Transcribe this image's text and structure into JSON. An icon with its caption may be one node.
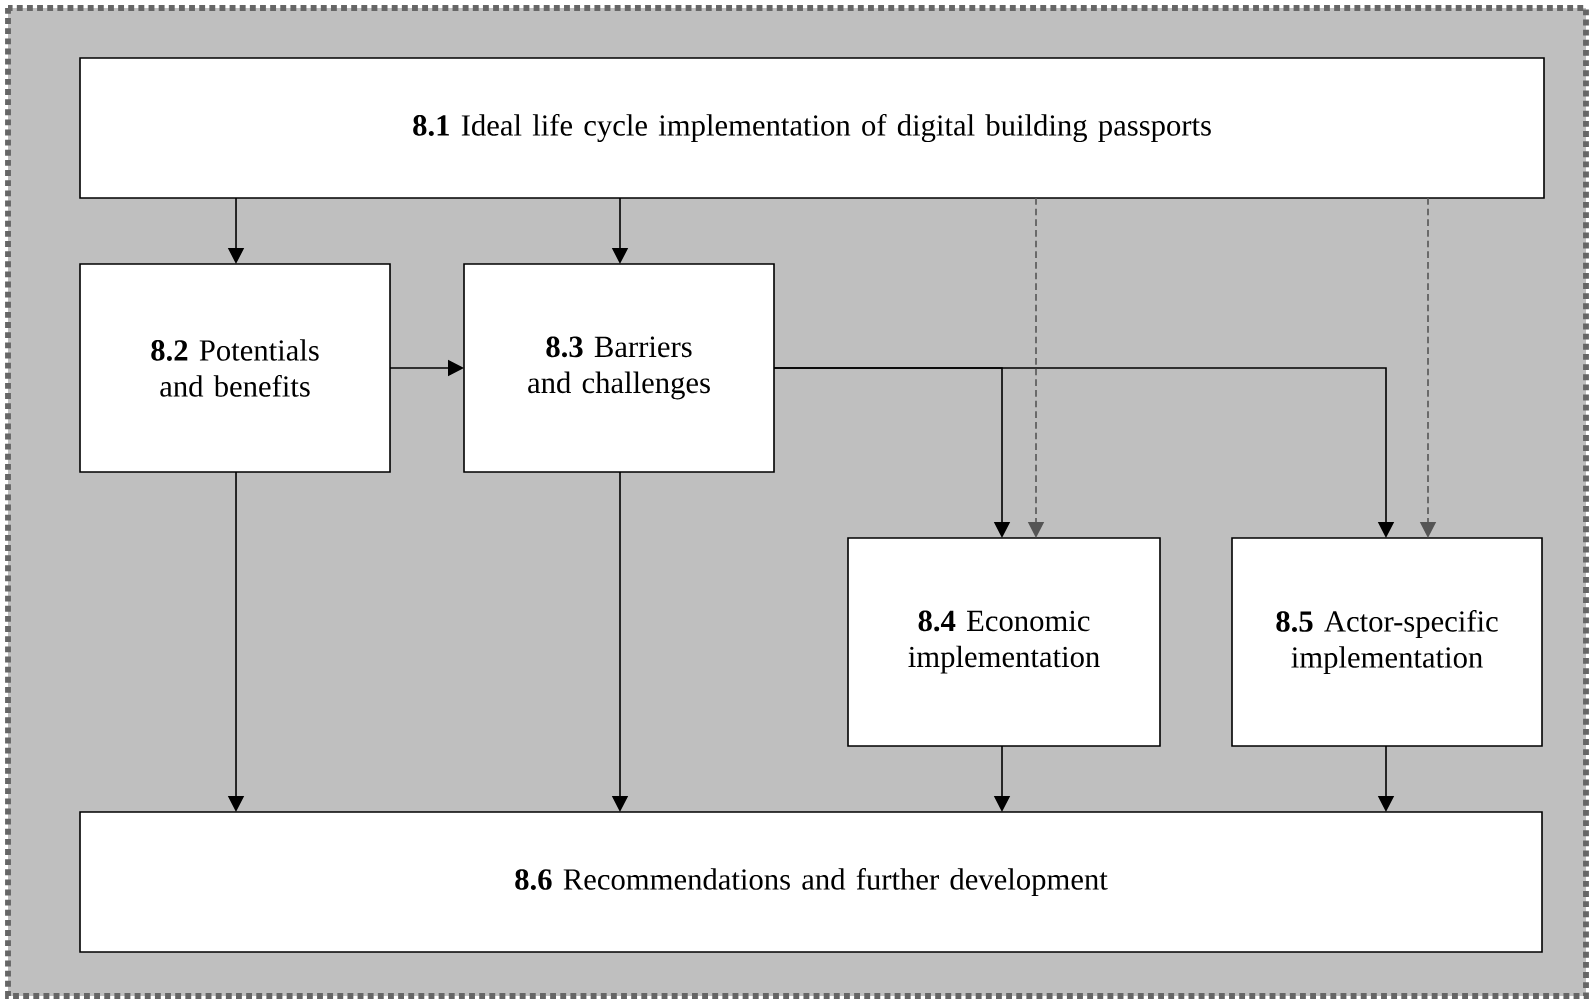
{
  "diagram": {
    "nodes": [
      {
        "text": [
          "**8.1** Ideal life cycle implementation of digital building passports"
        ]
      },
      {
        "text": [
          "**8.2** Potentials and benefits"
        ]
      },
      {
        "text": [
          "**8.3** Barriers and challenges"
        ]
      },
      {
        "text": [
          "**8.4** Economic implementation"
        ]
      },
      {
        "text": [
          "**8.5** Actor-specific implementation"
        ]
      },
      {
        "text": [
          "**8.6** Recommendations and further development"
        ]
      }
    ],
    "edges": [
      {
        "from": 0,
        "to": 1,
        "arrow": "to"
      },
      {
        "from": 0,
        "to": 2,
        "arrow": "to"
      },
      {
        "from": 1,
        "to": 2,
        "arrow": "to"
      },
      {
        "from": 2,
        "to": 3,
        "arrow": "to"
      },
      {
        "from": 2,
        "to": 4,
        "arrow": "to"
      },
      {
        "from": 0,
        "to": 3,
        "arrow": "to",
        "style": "dashed",
        "color": "#555555"
      },
      {
        "from": 0,
        "to": 4,
        "arrow": "to",
        "style": "dashed",
        "color": "#555555"
      },
      {
        "from": 1,
        "to": 5,
        "arrow": "to"
      },
      {
        "from": 2,
        "to": 5,
        "arrow": "to"
      },
      {
        "from": 3,
        "to": 5,
        "arrow": "to"
      },
      {
        "from": 4,
        "to": 5,
        "arrow": "to"
      }
    ]
  }
}
